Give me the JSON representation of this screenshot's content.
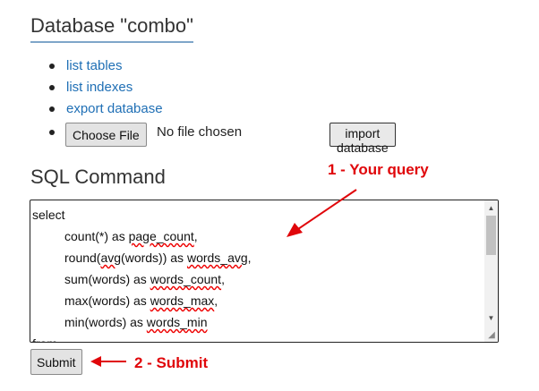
{
  "page": {
    "title": "Database \"combo\""
  },
  "menu": {
    "items": [
      {
        "label": "list tables"
      },
      {
        "label": "list indexes"
      },
      {
        "label": "export database"
      }
    ],
    "file": {
      "choose_label": "Choose File",
      "status": "No file chosen",
      "import_label": "import database"
    }
  },
  "sql": {
    "heading": "SQL Command",
    "lines": {
      "l1": "select",
      "l2a": "count(*) as ",
      "l2b": "page_count",
      "l2c": ",",
      "l3a": "round(",
      "l3b": "avg",
      "l3c": "(words)) as ",
      "l3d": "words_avg",
      "l3e": ",",
      "l4a": "sum(words) as ",
      "l4b": "words_count",
      "l4c": ",",
      "l5a": "max(words) as ",
      "l5b": "words_max",
      "l5c": ",",
      "l6a": "min(words) as ",
      "l6b": "words_min",
      "l7": "from"
    },
    "submit_label": "Submit"
  },
  "annotations": {
    "query": "1 - Your query",
    "submit": "2 - Submit",
    "color": "#e0060a"
  },
  "colors": {
    "link": "#1f6fb5",
    "title_underline": "#7fa6c9"
  }
}
